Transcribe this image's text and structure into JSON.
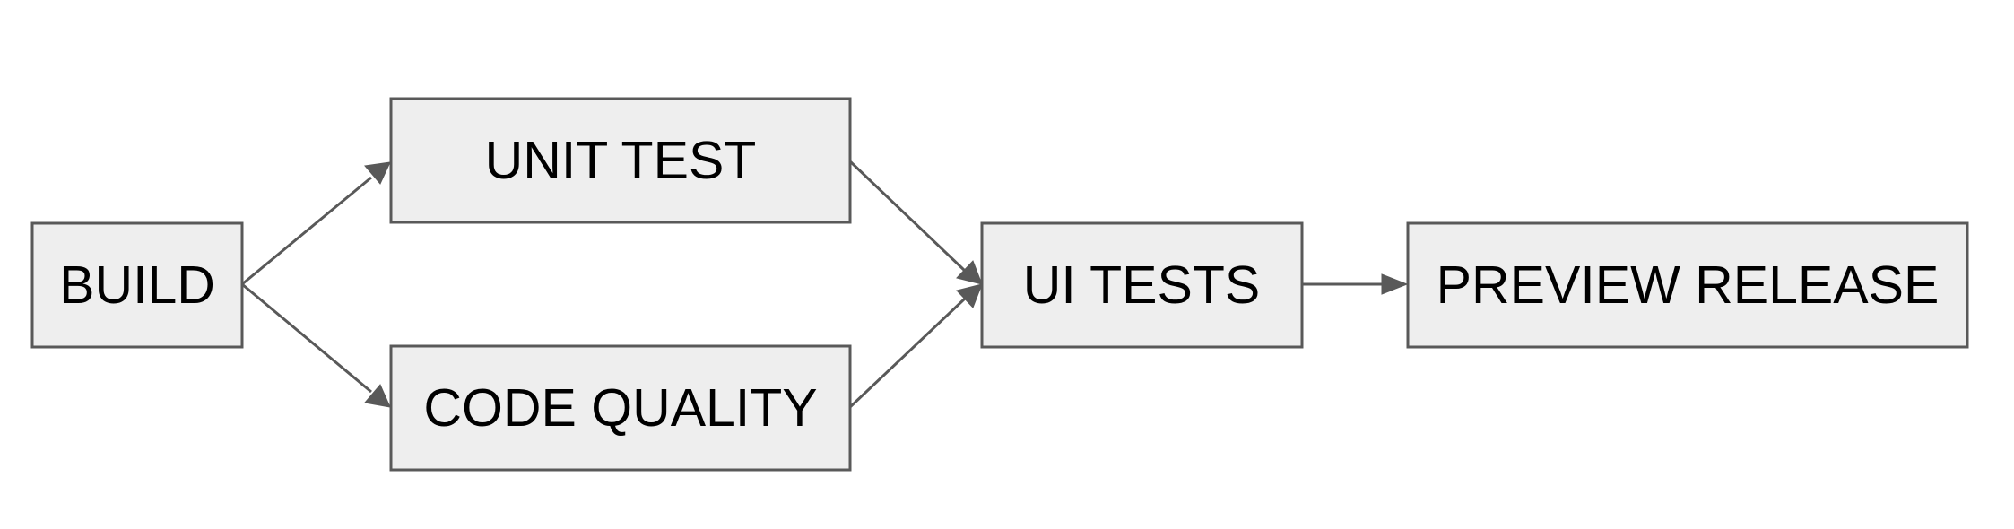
{
  "colors": {
    "node_fill": "#eeeeee",
    "node_stroke": "#595959",
    "edge": "#595959",
    "text": "#000000"
  },
  "nodes": {
    "build": "BUILD",
    "unit_test": "UNIT TEST",
    "code_quality": "CODE QUALITY",
    "ui_tests": "UI TESTS",
    "preview_release": "PREVIEW RELEASE"
  },
  "edges": [
    {
      "from": "BUILD",
      "to": "UNIT TEST"
    },
    {
      "from": "BUILD",
      "to": "CODE QUALITY"
    },
    {
      "from": "UNIT TEST",
      "to": "UI TESTS"
    },
    {
      "from": "CODE QUALITY",
      "to": "UI TESTS"
    },
    {
      "from": "UI TESTS",
      "to": "PREVIEW RELEASE"
    }
  ]
}
